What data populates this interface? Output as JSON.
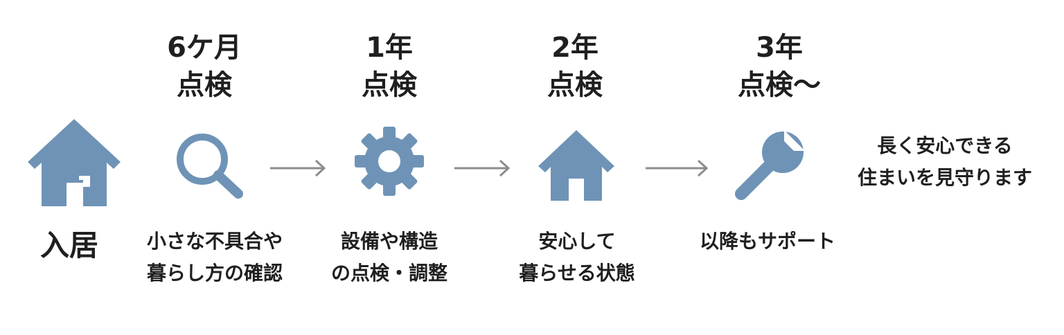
{
  "colors": {
    "icon_fill": "#6f93b6",
    "arrow": "#8c8c8c",
    "text": "#1f1f1f"
  },
  "steps": [
    {
      "heading": [],
      "icon": "house-icon",
      "caption": [
        "入居"
      ]
    },
    {
      "heading": [
        "6ケ月",
        "点検"
      ],
      "icon": "magnifier-icon",
      "caption": [
        "小さな不具合や",
        "暮らし方の確認"
      ]
    },
    {
      "heading": [
        "1年",
        "点検"
      ],
      "icon": "gear-icon",
      "caption": [
        "設備や構造",
        "の点検・調整"
      ]
    },
    {
      "heading": [
        "2年",
        "点検"
      ],
      "icon": "house-icon",
      "caption": [
        "安心して",
        "暮らせる状態"
      ]
    },
    {
      "heading": [
        "3年",
        "点検～"
      ],
      "icon": "wrench-icon",
      "caption": [
        "以降もサポート"
      ]
    }
  ],
  "arrows": [
    "arrow-right-icon",
    "arrow-right-icon",
    "arrow-right-icon"
  ],
  "closing": [
    "長く安心できる",
    "住まいを見守ります"
  ]
}
